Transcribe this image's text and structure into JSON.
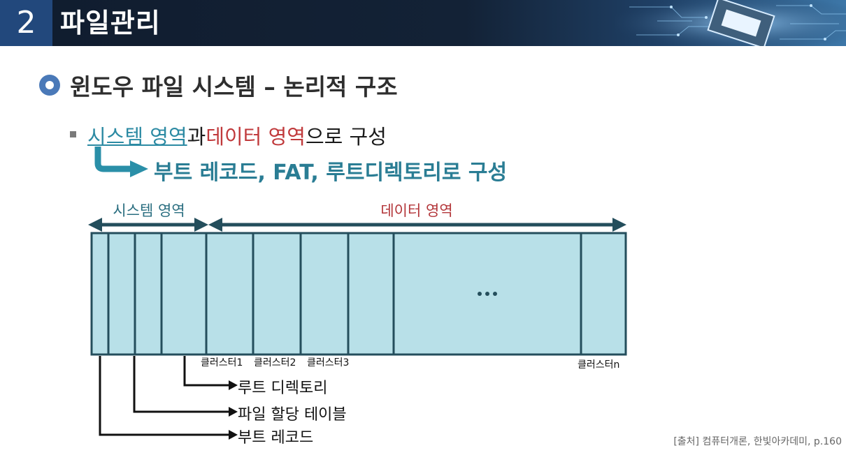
{
  "header": {
    "number": "2",
    "title": "파일관리"
  },
  "main": {
    "heading": "윈도우 파일 시스템 – 논리적 구조",
    "sub_bullet": {
      "part1": "시스템 영역",
      "part2": "과 ",
      "part3": "데이터 영역",
      "part4": "으로 구성"
    },
    "arrow_text": "부트 레코드, FAT, 루트디렉토리로 구성"
  },
  "diagram": {
    "system_area_label": "시스템 영역",
    "data_area_label": "데이터 영역",
    "ellipsis": "…",
    "cluster_labels": [
      "클러스터1",
      "클러스터2",
      "클러스터3",
      "클러스터n"
    ],
    "callouts": [
      "루트 디렉토리",
      "파일 할당 테이블",
      "부트 레코드"
    ],
    "colors": {
      "cell_fill": "#b8e0e8",
      "border": "#244e5c",
      "system_text": "#2a6e80",
      "data_text": "#b3363a"
    }
  },
  "source": "[출처] 컴퓨터개론, 한빛아카데미, p.160"
}
